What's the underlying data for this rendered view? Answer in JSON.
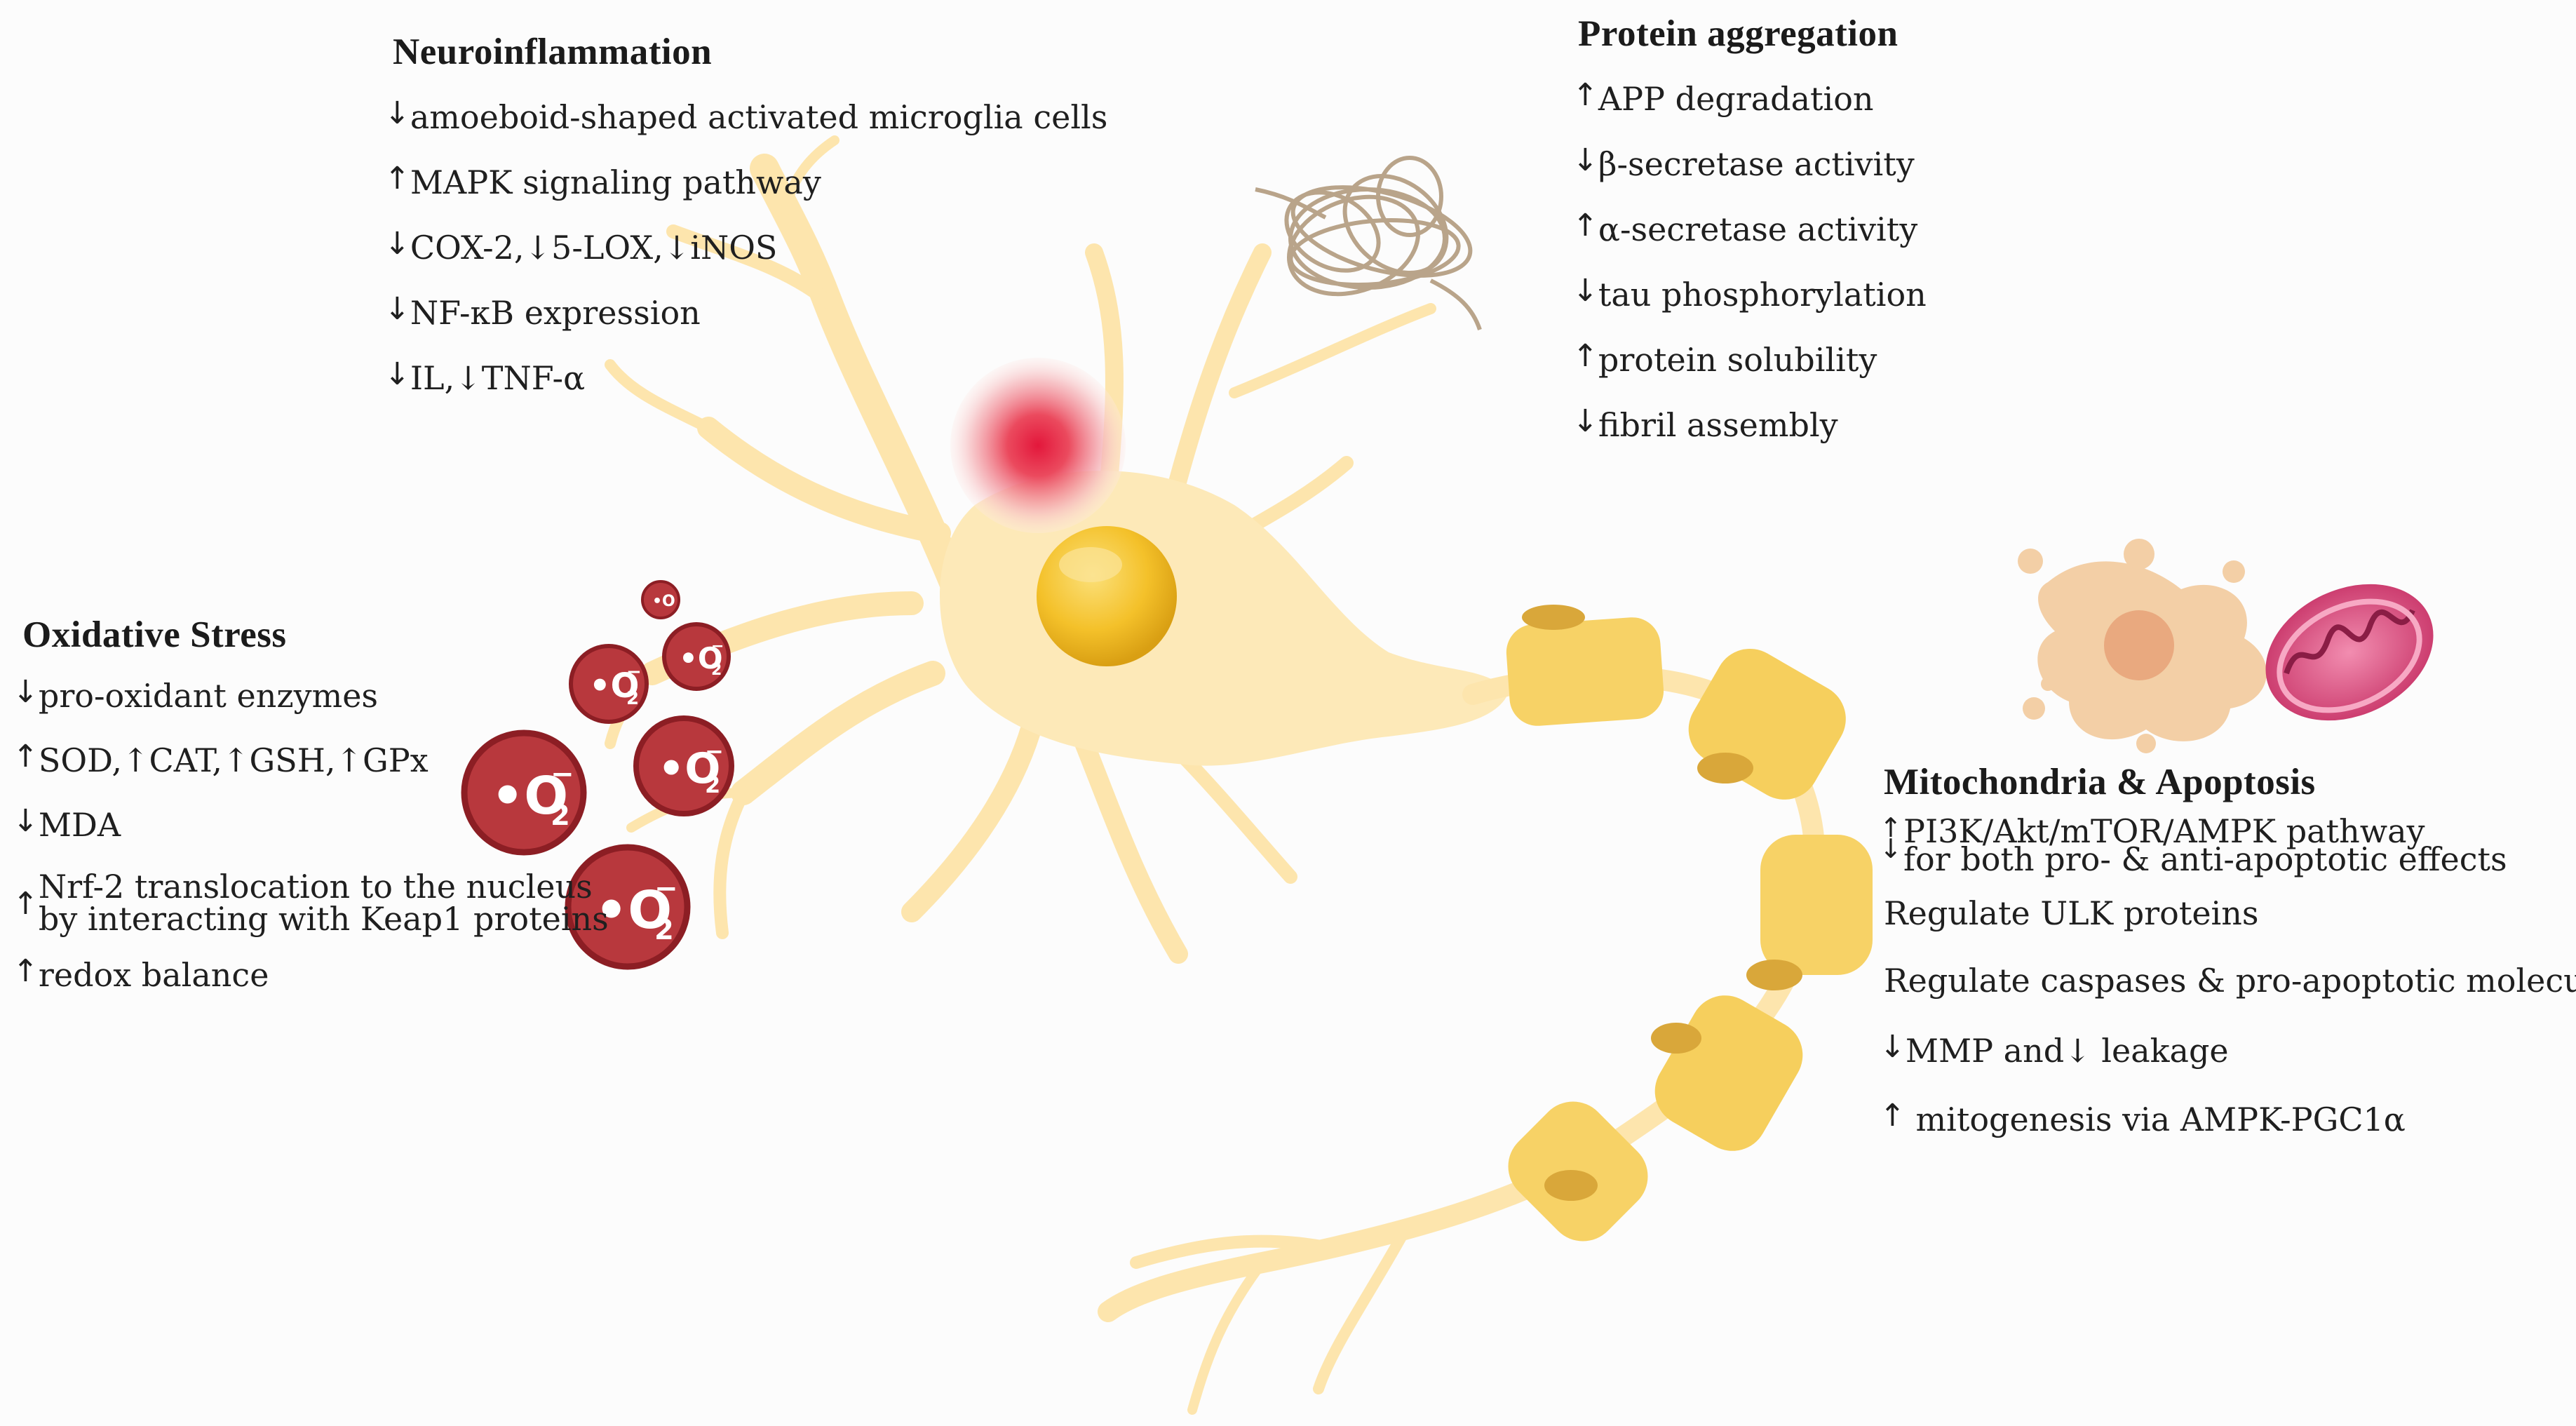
{
  "panels": {
    "neuroinflammation": {
      "title": "Neuroinflammation",
      "items": [
        {
          "arrow": "↓",
          "text": "amoeboid-shaped activated microglia cells"
        },
        {
          "arrow": "↑",
          "text": "MAPK signaling pathway"
        },
        {
          "arrow": "↓",
          "text": "COX-2,↓5-LOX,↓iNOS"
        },
        {
          "arrow": "↓",
          "text": "NF-κB expression"
        },
        {
          "arrow": "↓",
          "text": "IL,↓TNF-α"
        }
      ]
    },
    "protein_aggregation": {
      "title": "Protein aggregation",
      "items": [
        {
          "arrow": "↑",
          "text": "APP degradation"
        },
        {
          "arrow": "↓",
          "text": "β-secretase activity"
        },
        {
          "arrow": "↑",
          "text": "α-secretase activity"
        },
        {
          "arrow": "↓",
          "text": "tau phosphorylation"
        },
        {
          "arrow": "↑",
          "text": "protein solubility"
        },
        {
          "arrow": "↓",
          "text": "fibril assembly"
        }
      ]
    },
    "oxidative_stress": {
      "title": "Oxidative Stress",
      "items": [
        {
          "arrow": "↓",
          "text": "pro-oxidant enzymes"
        },
        {
          "arrow": "↑",
          "text": "SOD,↑CAT,↑GSH,↑GPx"
        },
        {
          "arrow": "↓",
          "text": "MDA"
        },
        {
          "arrow": "↑",
          "text_line1": "Nrf-2 translocation to the nucleus",
          "text_line2": "by interacting with Keap1 proteins"
        },
        {
          "arrow": "↑",
          "text": "redox balance"
        }
      ]
    },
    "mitochondria": {
      "title": "Mitochondria & Apoptosis",
      "items": [
        {
          "arrow_up": "↑",
          "arrow_down": "↓",
          "text_line1": "PI3K/Akt/mTOR/AMPK pathway",
          "text_line2": "for both pro- & anti-apoptotic effects"
        },
        {
          "text": "Regulate ULK proteins"
        },
        {
          "text": "Regulate caspases & pro-apoptotic molecules"
        },
        {
          "arrow": "↓",
          "text": "MMP and↓ leakage"
        },
        {
          "arrow": "↑",
          "text": " mitogenesis via AMPK-PGC1α"
        }
      ]
    }
  },
  "superoxide": {
    "symbol": "O",
    "subscript": "2",
    "superscript": "−",
    "radical_dot": "•"
  },
  "colors": {
    "neuron_body": "#fde9b8",
    "nucleus": "#f5c329",
    "myelin": "#f7d266",
    "superoxide_fill": "#b8383d",
    "superoxide_ring": "#8c1e24",
    "inflammation": "#e32a48",
    "aggregate": "#b9a48a",
    "apoptotic_cell": "#f3cfa6",
    "mitochondrion": "#d6477a"
  }
}
